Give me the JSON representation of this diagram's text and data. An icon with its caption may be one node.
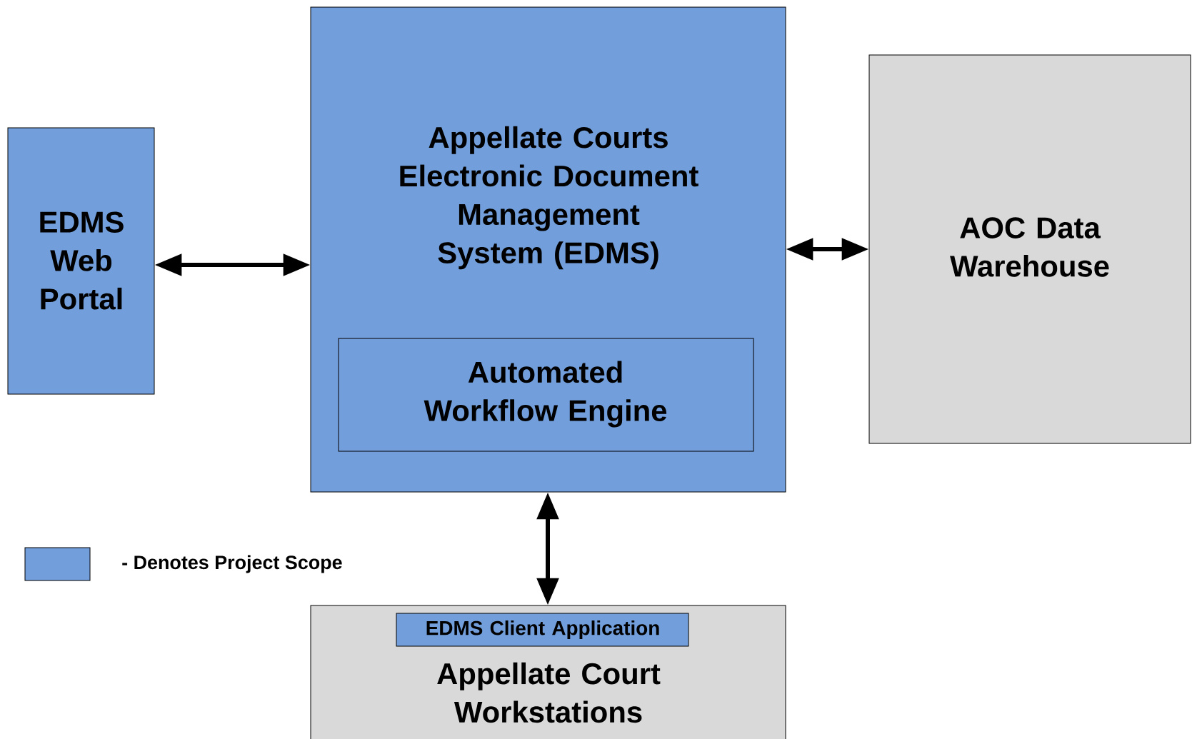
{
  "diagram": {
    "nodes": [
      {
        "text": [
          "EDMS Web Portal"
        ]
      },
      {
        "text": [
          "Appellate Courts Electronic Document Management System (EDMS)"
        ]
      },
      {
        "text": [
          "Automated Workflow Engine"
        ],
        "in": 1
      },
      {
        "text": [
          "AOC Data Warehouse"
        ]
      },
      {
        "text": [
          "Appellate Court Workstations"
        ]
      },
      {
        "text": [
          "EDMS Client Application"
        ],
        "in": 4
      }
    ],
    "edges": [
      {
        "from": 0,
        "to": 1,
        "arrow": "both"
      },
      {
        "from": 1,
        "to": 3,
        "arrow": "both"
      },
      {
        "from": 1,
        "to": 4,
        "arrow": "both"
      }
    ],
    "legend": [
      {
        "text": "- Denotes Project Scope",
        "color": "#729fdb"
      }
    ]
  }
}
